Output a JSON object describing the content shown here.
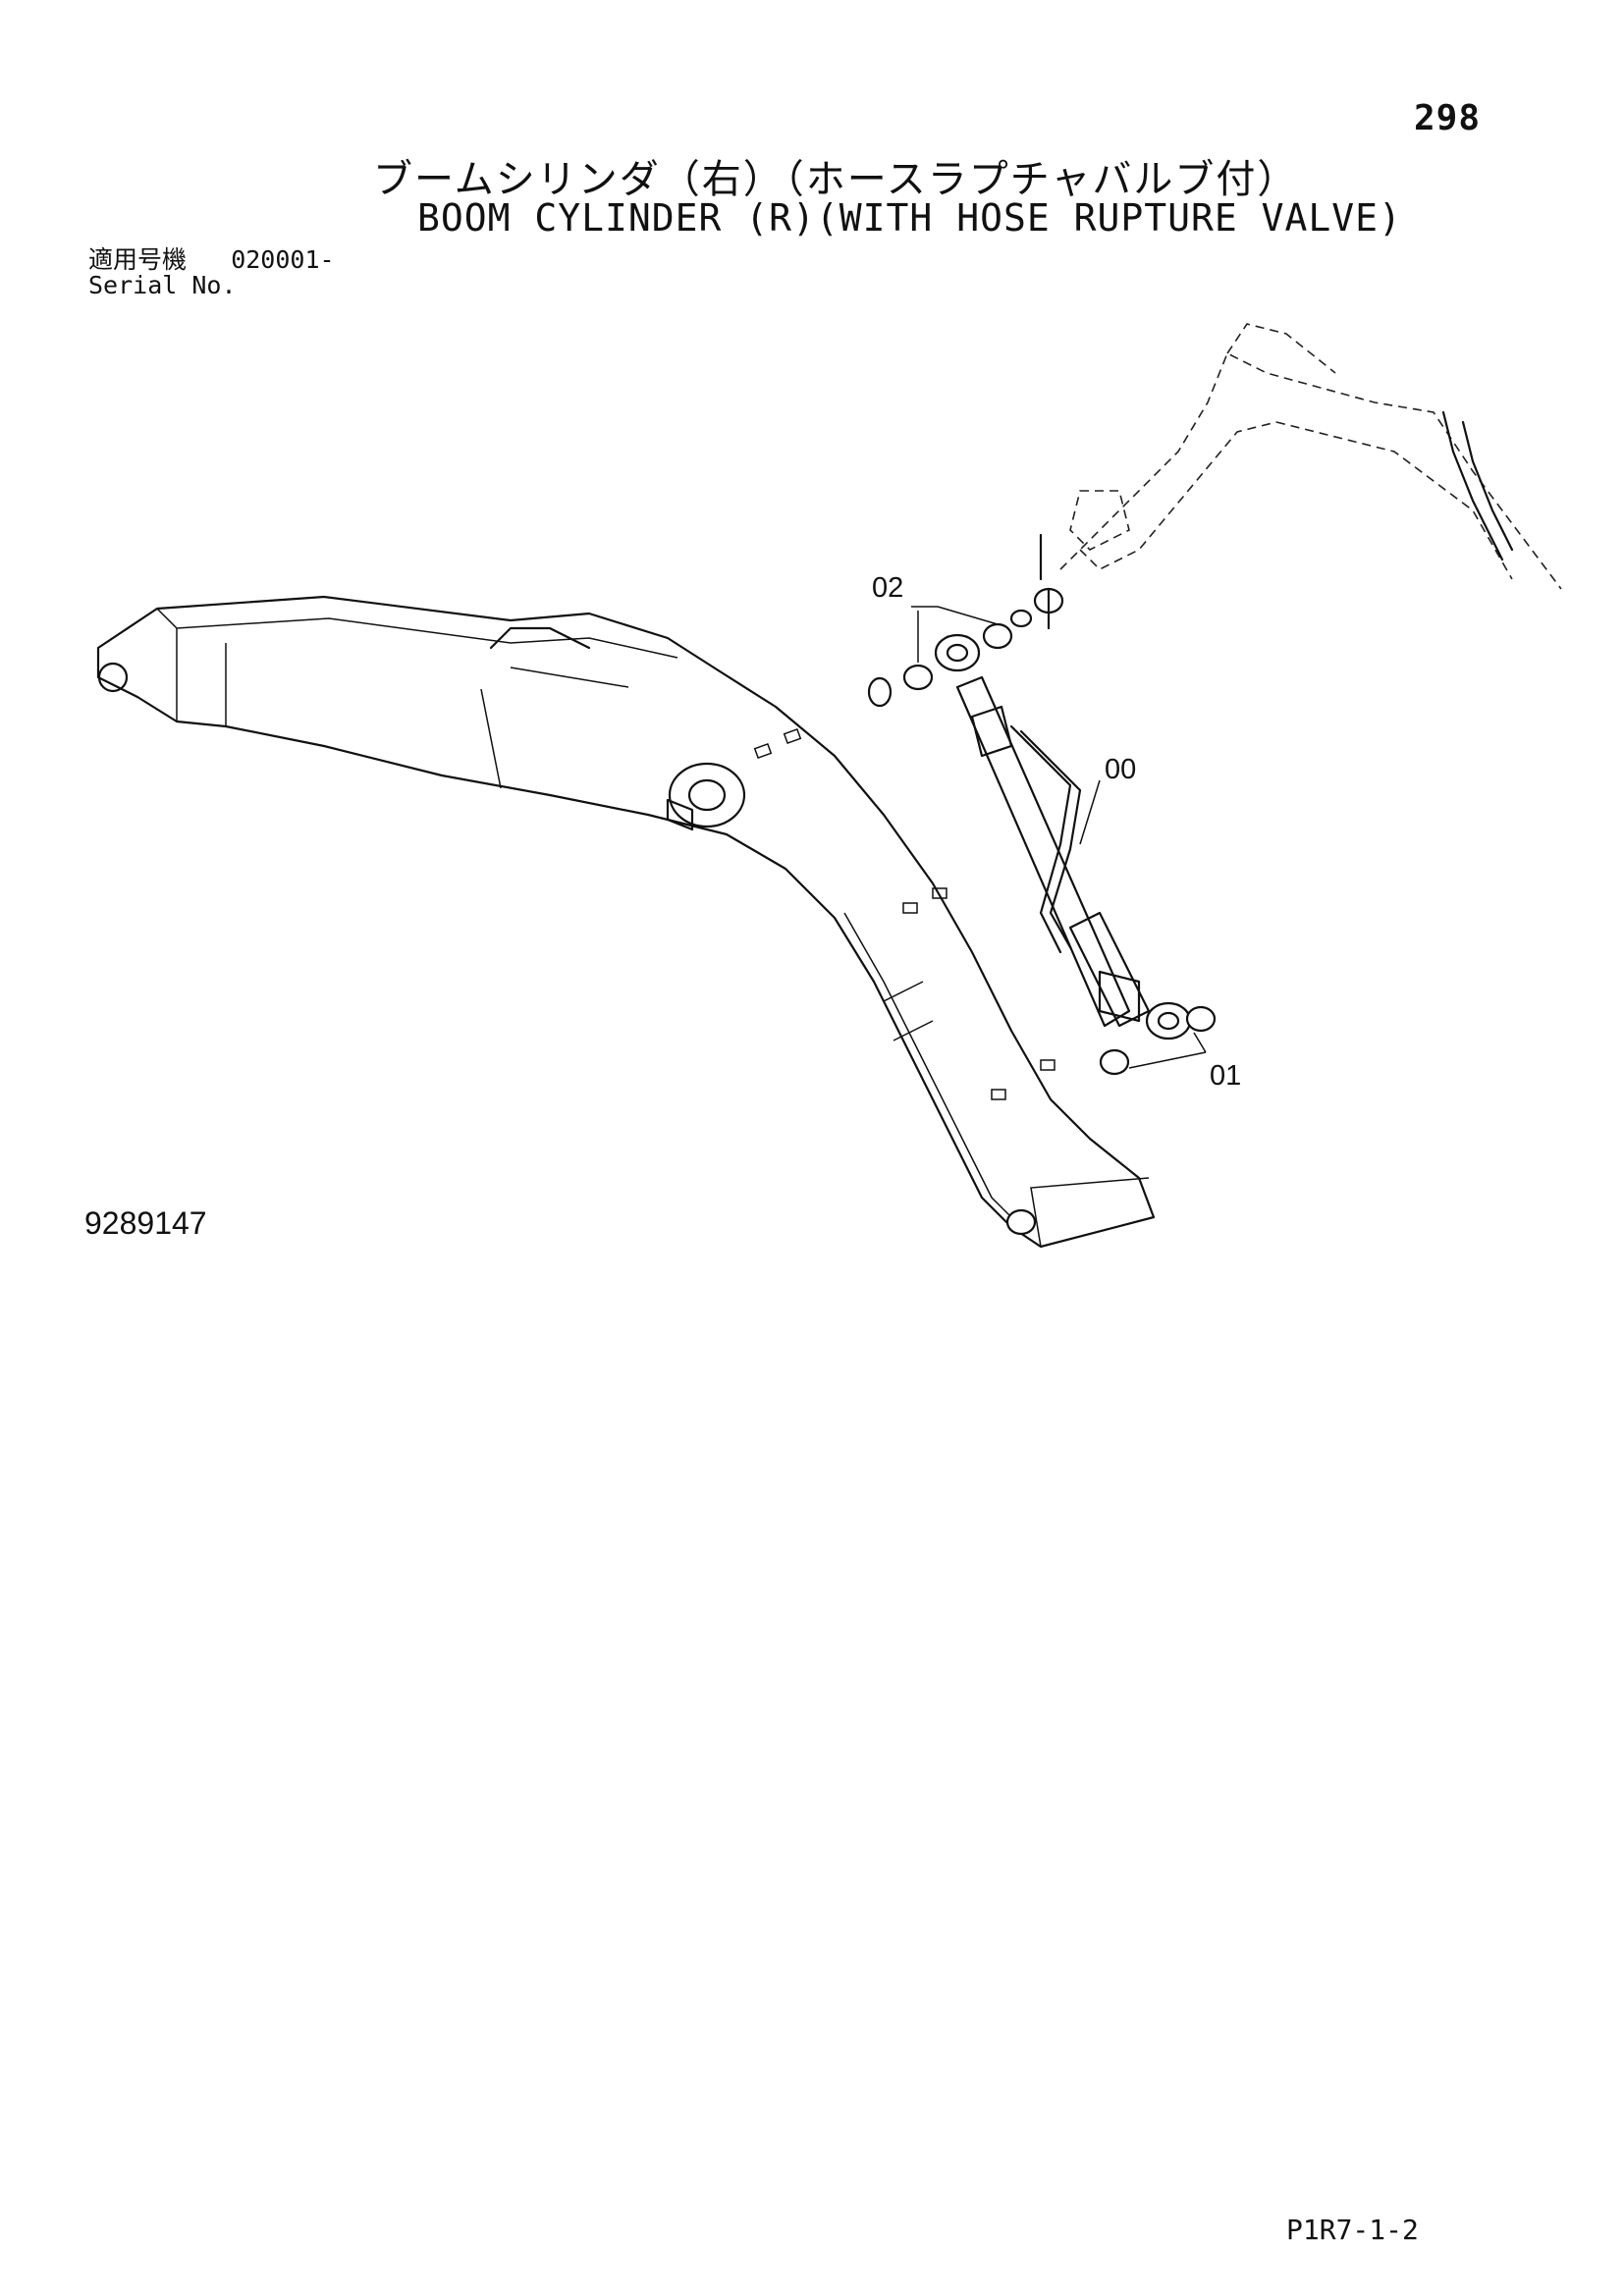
{
  "page": {
    "number": "298",
    "code": "P1R7-1-2"
  },
  "title": {
    "japanese": "ブームシリンダ（右）（ホースラプチャバルブ付）",
    "english": "BOOM CYLINDER (R)(WITH HOSE RUPTURE VALVE)"
  },
  "serial": {
    "label_ja": "適用号機",
    "value": "020001-",
    "label_en": "Serial No."
  },
  "drawing_number": "9289147",
  "callouts": [
    {
      "label": "02"
    },
    {
      "label": "00"
    },
    {
      "label": "01"
    }
  ],
  "parts": [
    {
      "id": "boom",
      "name": "boom-structure"
    },
    {
      "id": "cylinder",
      "name": "boom-cylinder"
    },
    {
      "id": "bushings",
      "name": "bushing-set"
    },
    {
      "id": "excavator",
      "name": "excavator-location-view"
    }
  ]
}
